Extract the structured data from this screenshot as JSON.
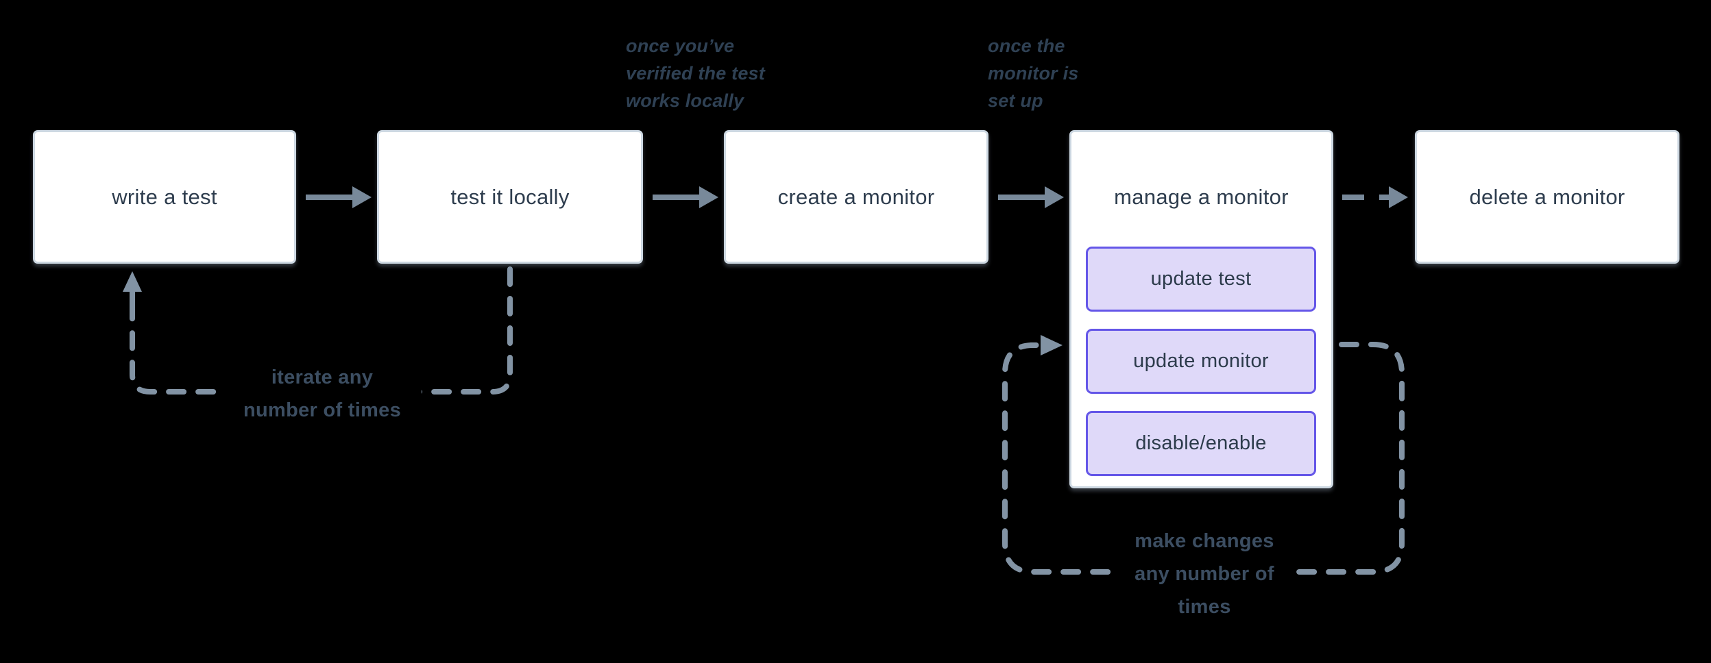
{
  "diagram": {
    "title_hint": "synthetic monitoring workflow flowchart",
    "boxes": [
      {
        "id": "write-test",
        "label": "write a test"
      },
      {
        "id": "test-locally",
        "label": "test it locally"
      },
      {
        "id": "create-monitor",
        "label": "create a monitor"
      },
      {
        "id": "manage-monitor",
        "label": "manage a monitor",
        "actions": [
          {
            "label": "update test"
          },
          {
            "label": "update monitor"
          },
          {
            "label": "disable/enable"
          }
        ]
      },
      {
        "id": "delete-monitor",
        "label": "delete a monitor"
      }
    ],
    "annotations": [
      {
        "id": "once-verified",
        "lines": {
          "0": "once you’ve",
          "1": "verified the test",
          "2": "works locally"
        }
      },
      {
        "id": "once-setup",
        "lines": {
          "0": "once the",
          "1": "monitor is",
          "2": "set up"
        }
      }
    ],
    "loop_labels": [
      {
        "id": "iterate",
        "lines": {
          "0": "iterate any",
          "1": "number of times"
        }
      },
      {
        "id": "make-changes",
        "lines": {
          "0": "make changes",
          "1": "any number of",
          "2": "times"
        }
      }
    ],
    "colors": {
      "background": "#000000",
      "box_fill": "#ffffff",
      "box_border": "#cdd8e2",
      "box_text": "#2e3d4e",
      "chip_fill": "#dfd9f9",
      "chip_border": "#6456e8",
      "solid_arrow": "#78899a",
      "dashed_line": "#8293a4",
      "annotation_text": "#2f4154",
      "loop_label_text": "#3c4e62"
    }
  }
}
